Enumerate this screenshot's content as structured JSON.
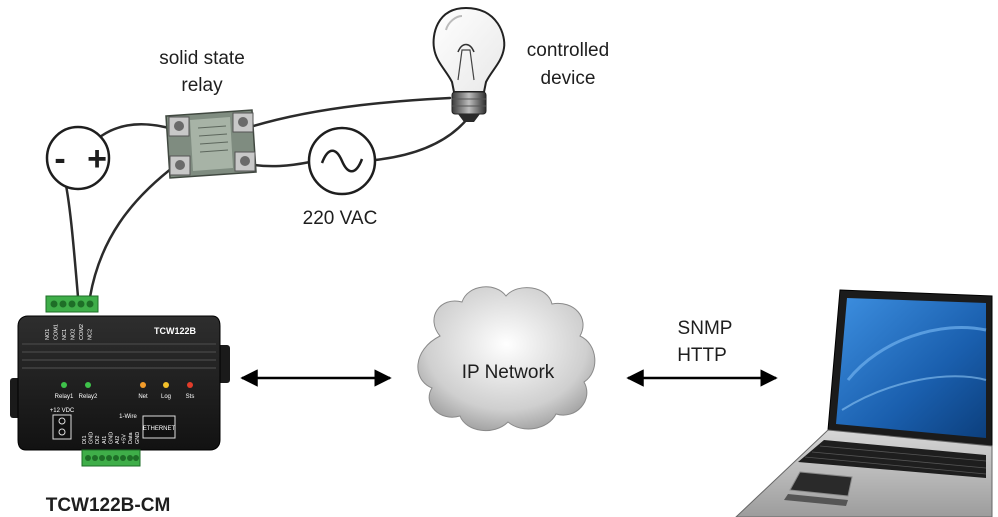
{
  "labels": {
    "relay_line1": "solid state",
    "relay_line2": "relay",
    "device_line1": "controlled",
    "device_line2": "device",
    "vac": "220 VAC",
    "network": "IP Network",
    "proto1": "SNMP",
    "proto2": "HTTP",
    "model": "TCW122B-CM"
  },
  "battery": {
    "minus": "-",
    "plus": "+"
  },
  "controller": {
    "brand": "TCW122B",
    "relay1": "Relay1",
    "relay2": "Relay2",
    "net": "Net",
    "log": "Log",
    "sts": "Sts",
    "power": "+12 VDC",
    "ethernet": "ETHERNET",
    "wire": "1-Wire",
    "top_pins": [
      "NO1",
      "COM1",
      "NC1",
      "NO2",
      "COM2",
      "NC2"
    ],
    "bottom_pins": [
      "DI1",
      "GND",
      "DI2",
      "AI1",
      "GND",
      "AI2",
      "+5V",
      "Data",
      "GND"
    ]
  },
  "colors": {
    "wire": "#2b2b2b",
    "terminal": "#3fae49",
    "case": "#1c1c1c",
    "relay_body": "#8d9a8d",
    "screen": "#1f6fc0"
  }
}
